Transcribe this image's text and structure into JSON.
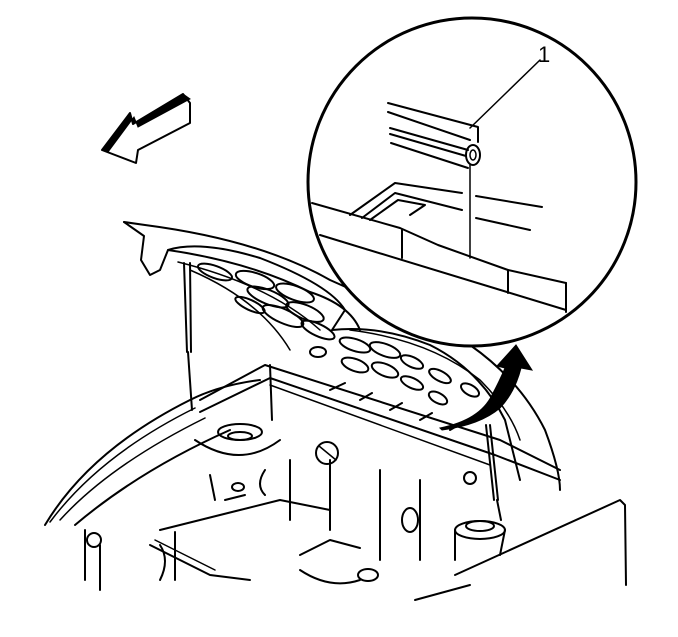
{
  "figure": {
    "type": "service-manual line illustration",
    "subject": "vehicle front with hood raised, detail callout of hood seal",
    "callouts": [
      {
        "number": "1",
        "label": "1"
      }
    ],
    "colors": {
      "line": "#000000",
      "background": "#ffffff"
    },
    "elements": {
      "direction_arrow": "vehicle-front-direction-arrow",
      "lift_arrow": "curved-raise-arrow",
      "detail_circle": "magnified-detail-view"
    }
  }
}
